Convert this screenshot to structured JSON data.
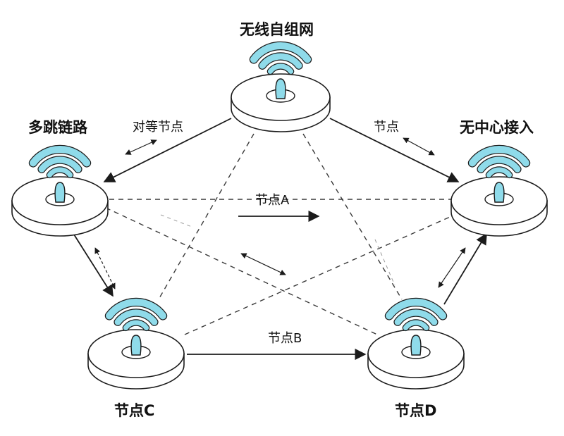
{
  "title": "无线自组网",
  "nodes": {
    "top": {
      "label": ""
    },
    "left": {
      "label": "多跳链路"
    },
    "right": {
      "label": "无中心接入"
    },
    "c": {
      "label": "节点C"
    },
    "d": {
      "label": "节点D"
    }
  },
  "link_labels": {
    "peer": "对等节点",
    "node": "节点",
    "node_a": "节点A",
    "node_b": "节点B"
  },
  "colors": {
    "wave": "#8fdbea",
    "wave_stroke": "#1b1b1b",
    "disk_fill": "#ffffff",
    "line": "#1b1b1b",
    "dashed": "#3a3a3a"
  },
  "icons": [
    "wifi-icon",
    "router-disk-icon",
    "arrow-icon"
  ]
}
